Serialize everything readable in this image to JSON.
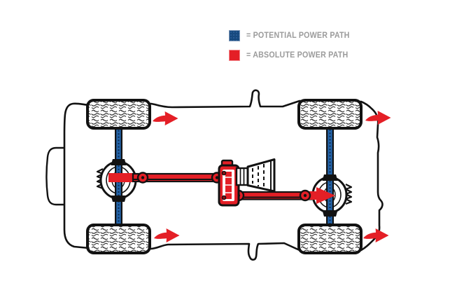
{
  "legend": {
    "items": [
      {
        "name": "potential",
        "swatch_color": "#17497E",
        "label": "= POTENTIAL POWER PATH"
      },
      {
        "name": "absolute",
        "swatch_color": "#E41F26",
        "label": "= ABSOLUTE POWER PATH"
      }
    ]
  },
  "diagram": {
    "type": "vehicle-drivetrain-top-view",
    "colors": {
      "potential_path": "#2363A8",
      "absolute_path": "#E41F26",
      "outline": "#121212",
      "label_gray": "#9B9B9B"
    },
    "power_arrows": {
      "count": 4,
      "direction": "right",
      "color": "#E41F26"
    },
    "components": [
      "vehicle-body-outline",
      "front-bumper",
      "front-left-wheel",
      "front-right-wheel",
      "rear-left-wheel",
      "rear-right-wheel",
      "front-axle",
      "rear-axle",
      "front-differential",
      "rear-differential",
      "front-driveshaft",
      "rear-driveshaft",
      "transfer-case",
      "transmission-bell-housing"
    ]
  }
}
